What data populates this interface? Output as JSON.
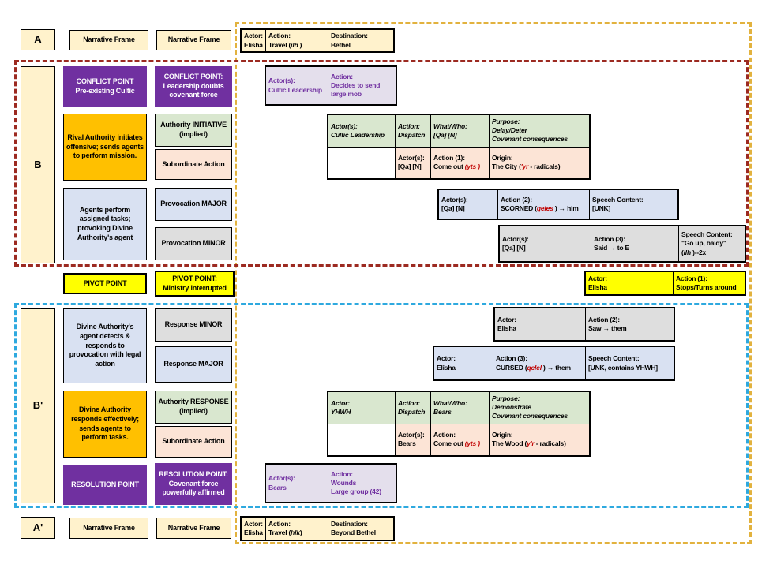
{
  "rowA": {
    "label": "A",
    "frame1": "Narrative Frame",
    "frame2": "Narrative Frame",
    "actor": "Actor:\nElisha",
    "action": [
      {
        "t": "Action:\nTravel ("
      },
      {
        "t": "ilh",
        "i": true
      },
      {
        "t": " )"
      }
    ],
    "destination": "Destination:\nBethel"
  },
  "rowB": {
    "label": "B",
    "conflict_point": "CONFLICT POINT\nPre-existing Cultic",
    "conflict_point_detail": "CONFLICT POINT:\nLeadership doubts\ncovenant force",
    "decision": {
      "actor": "Actor(s):\nCultic Leadership",
      "action": "Action:\nDecides to send\nlarge mob"
    },
    "rival_authority": "Rival Authority initiates\noffensive; sends agents\nto perform mission.",
    "authority_initiative": "Authority INITIATIVE\n(implied)",
    "subordinate_action": "Subordinate Action",
    "dispatch": {
      "actor": "Actor(s):\nCultic Leadership",
      "action": "Action:\nDispatch",
      "what_who": "What/Who:\n[Qa] [N]",
      "purpose": "Purpose:\nDelay/Deter\nCovenant consequences",
      "sub_actor": "Actor(s):\n[Qa] [N]",
      "sub_action": [
        {
          "t": "Action (1):\nCome out "
        },
        {
          "t": "(yts )",
          "red": true,
          "i": true
        }
      ],
      "origin": [
        {
          "t": "Origin:\nThe City ("
        },
        {
          "t": "'yr",
          "red": true,
          "i": true
        },
        {
          "t": " -  radicals)"
        }
      ]
    },
    "agents": "Agents perform\nassigned tasks;\nprovoking Divine\nAuthority's agent",
    "provocation_major": "Provocation MAJOR",
    "provocation_minor": "Provocation MINOR",
    "scorned": {
      "actor": "Actor(s):\n[Qa] [N]",
      "action": [
        {
          "t": "Action (2):\nSCORNED ("
        },
        {
          "t": "qeles",
          "red": true,
          "i": true
        },
        {
          "t": " ) → him"
        }
      ],
      "speech": "Speech Content:\n[UNK]"
    },
    "said": {
      "actor": "Actor(s):\n[Qa] [N]",
      "action": "Action (3):\nSaid → to E",
      "speech": [
        {
          "t": "Speech Content:\n\"Go up, baldy\"\n("
        },
        {
          "t": "ilh",
          "i": true
        },
        {
          "t": " )--2x"
        }
      ]
    }
  },
  "pivot": {
    "point": "PIVOT POINT",
    "point_detail": "PIVOT POINT:\nMinistry interrupted",
    "actor": "Actor:\nElisha",
    "action": "Action (1):\nStops/Turns around"
  },
  "rowB2": {
    "label": "B'",
    "detects": "Divine Authority's\nagent detects &\nresponds to\nprovocation with legal\naction",
    "response_minor": "Response MINOR",
    "response_major": "Response MAJOR",
    "saw": {
      "actor": "Actor:\nElisha",
      "action": "Action (2):\nSaw → them"
    },
    "cursed": {
      "actor": "Actor:\nElisha",
      "action": [
        {
          "t": "Action (3):\nCURSED ("
        },
        {
          "t": "qelel",
          "red": true,
          "i": true
        },
        {
          "t": " ) → them"
        }
      ],
      "speech": "Speech Content:\n[UNK, contains YHWH]"
    },
    "responds": "Divine Authority\nresponds effectively;\nsends agents to\nperform tasks.",
    "authority_response": "Authority RESPONSE\n(implied)",
    "subordinate_action": "Subordinate Action",
    "dispatch": {
      "actor": "Actor:\nYHWH",
      "action": "Action:\nDispatch",
      "what_who": "What/Who:\nBears",
      "purpose": "Purpose:\nDemonstrate\nCovenant consequences",
      "sub_actor": "Actor(s):\nBears",
      "sub_action": [
        {
          "t": "Action:\nCome out "
        },
        {
          "t": "(yts )",
          "red": true,
          "i": true
        }
      ],
      "origin": [
        {
          "t": "Origin:\nThe Wood ("
        },
        {
          "t": "y'r",
          "red": true,
          "i": true
        },
        {
          "t": " -  radicals)"
        }
      ]
    },
    "resolution_point": "RESOLUTION POINT",
    "resolution_point_detail": "RESOLUTION POINT:\nCovenant force\npowerfully affirmed",
    "wounds": {
      "actor": "Actor(s):\nBears",
      "action": "Action:\nWounds\nLarge group (42)"
    }
  },
  "rowA2": {
    "label": "A'",
    "frame1": "Narrative Frame",
    "frame2": "Narrative Frame",
    "actor": "Actor:\nElisha",
    "action": [
      {
        "t": "Action:\nTravel ("
      },
      {
        "t": "hlk",
        "i": true
      },
      {
        "t": ")"
      }
    ],
    "destination": "Destination:\nBeyond Bethel"
  }
}
